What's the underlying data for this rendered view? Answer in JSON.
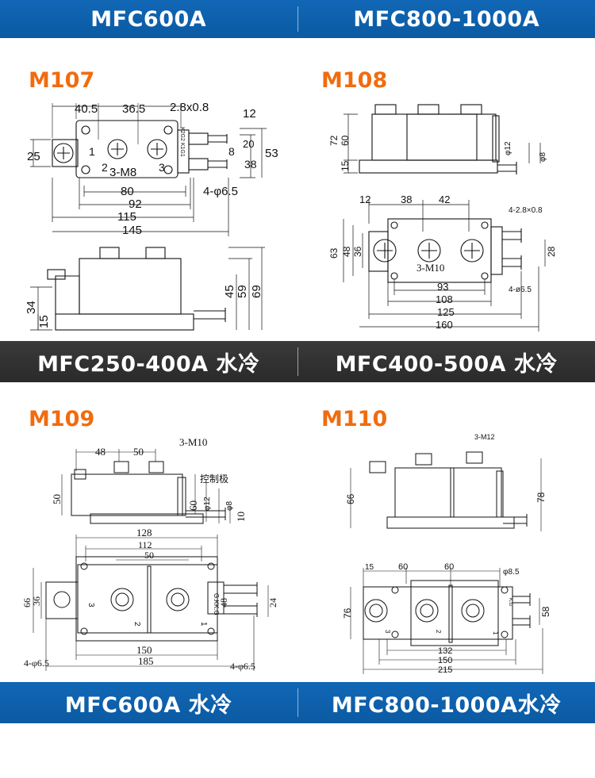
{
  "colors": {
    "band_blue": "#0b5aa3",
    "band_dark": "#2f2f2f",
    "model_orange": "#f06c0f"
  },
  "top_band": {
    "left": "MFC600A",
    "right": "MFC800-1000A"
  },
  "mid_band": {
    "left": "MFC250-400A 水冷",
    "right": "MFC400-500A 水冷"
  },
  "bottom_band": {
    "left": "MFC600A 水冷",
    "right": "MFC800-1000A水冷"
  },
  "m107": {
    "model": "M107",
    "dims": {
      "d40_5": "40.5",
      "d36_5": "36.5",
      "slot": "2.8x0.8",
      "d12": "12",
      "d25": "25",
      "d8": "8",
      "d38": "38",
      "d53": "53",
      "d20": "20",
      "screws": "3-M8",
      "d80": "80",
      "d92": "92",
      "holes": "4-φ6.5",
      "d115": "115",
      "d145": "145",
      "d45": "45",
      "d59": "59",
      "d69": "69",
      "d34": "34",
      "d15": "15"
    },
    "term": {
      "t1": "1",
      "t2": "2",
      "t3": "3"
    },
    "side_label": "K2G2 K1G1"
  },
  "m108": {
    "model": "M108",
    "dims": {
      "d72": "72",
      "d60": "60",
      "d15": "15",
      "d12": "φ12",
      "d8": "φ8",
      "d12b": "12",
      "d38": "38",
      "d42": "42",
      "slot": "4-2.8×0.8",
      "d63": "63",
      "d48": "48",
      "d36": "36",
      "d28": "28",
      "screws": "3-M10",
      "d93": "93",
      "d108": "108",
      "holes": "4-ø6.5",
      "d125": "125",
      "d160": "160"
    }
  },
  "m109": {
    "model": "M109",
    "dims": {
      "d48": "48",
      "d50": "50",
      "screws": "3-M10",
      "gate": "控制极",
      "d50s": "50",
      "d60": "60",
      "d12": "φ12",
      "d8": "φ8",
      "d10": "10",
      "d128": "128",
      "d112": "112",
      "d50b": "50",
      "d66": "66",
      "d36": "36",
      "d48v": "48",
      "d24": "24",
      "d150": "150",
      "d185": "185",
      "holes_l": "4-φ6.5",
      "holes_r": "4-φ6.5"
    },
    "term": {
      "t1": "1",
      "t2": "2",
      "t3": "3"
    },
    "kg": "K.G",
    "gk": "G.K"
  },
  "m110": {
    "model": "M110",
    "dims": {
      "screws": "3-M12",
      "d66": "66",
      "d78": "78",
      "d15": "15",
      "d60a": "60",
      "d60b": "60",
      "d85": "φ8.5",
      "d76": "76",
      "d58": "58",
      "d132": "132",
      "d150": "150",
      "d215": "215"
    },
    "term": {
      "t1": "1",
      "t2": "2",
      "t3": "3"
    },
    "small": "K.G"
  }
}
